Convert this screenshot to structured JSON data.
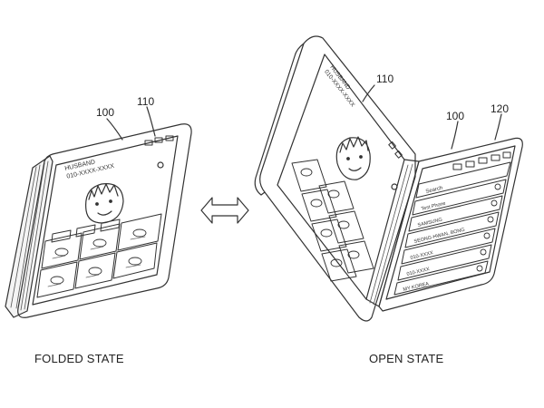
{
  "ref_labels": {
    "folded_device": "100",
    "folded_display": "110",
    "open_device": "100",
    "open_first_display": "110",
    "open_second_display": "120"
  },
  "folded_screen": {
    "contact_name": "HUSBAND",
    "contact_number": "010-XXXX-XXXX"
  },
  "open_left_screen": {
    "contact_name": "HUSBAND",
    "contact_number": "010-XXXX-XXXX"
  },
  "open_right_screen": {
    "search_label": "Search",
    "contacts": [
      "Test Phone",
      "SAMSUNG",
      "SEONG-HWAN, BONG",
      "010-XXXX",
      "010-XXXX",
      "MY KOREA"
    ]
  },
  "captions": {
    "folded": "FOLDED STATE",
    "open": "OPEN STATE"
  },
  "colors": {
    "line": "#333333",
    "hatch": "#555555",
    "background": "#ffffff"
  }
}
